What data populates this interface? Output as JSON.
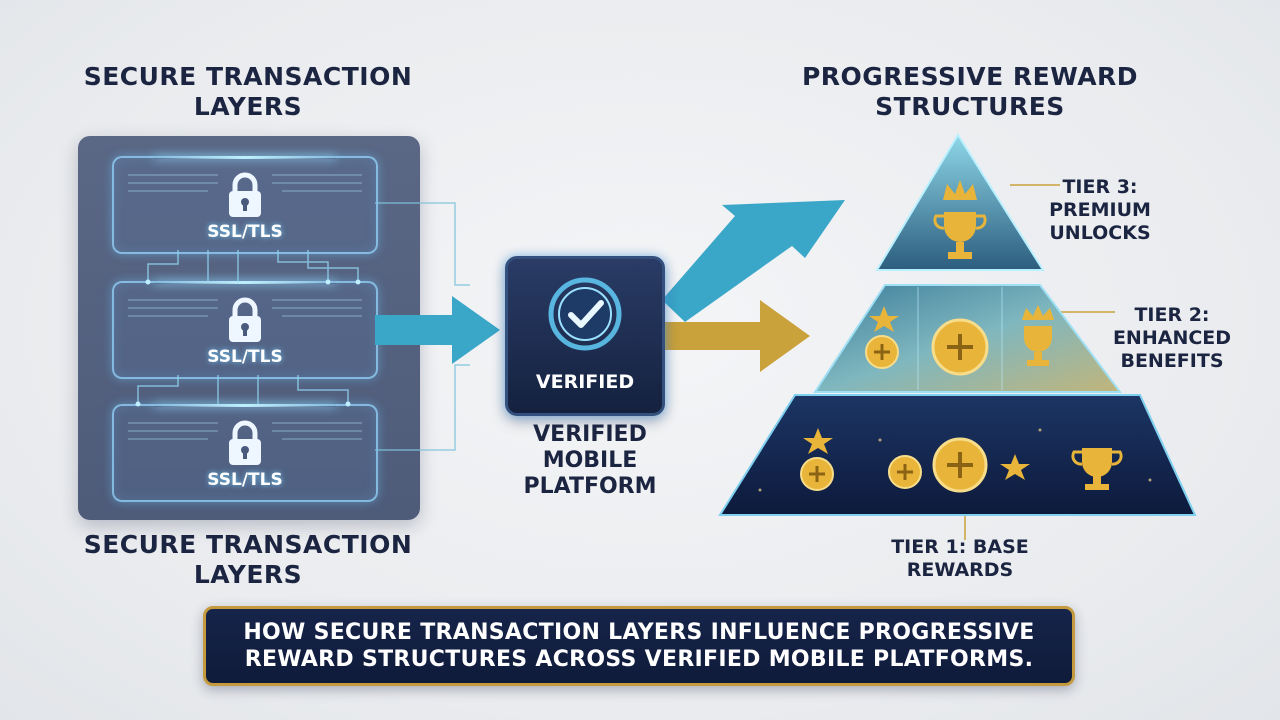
{
  "left": {
    "title_top": "SECURE TRANSACTION LAYERS",
    "title_bottom": "SECURE TRANSACTION LAYERS",
    "layers": [
      {
        "label": "SSL/TLS",
        "icon": "padlock-icon"
      },
      {
        "label": "SSL/TLS",
        "icon": "padlock-icon"
      },
      {
        "label": "SSL/TLS",
        "icon": "padlock-icon"
      }
    ]
  },
  "center": {
    "badge_label": "VERIFIED",
    "badge_icon": "checkmark-icon",
    "platform_label": "VERIFIED MOBILE PLATFORM"
  },
  "right": {
    "title": "PROGRESSIVE REWARD STRUCTURES",
    "tiers": [
      {
        "label": "TIER 3: PREMIUM UNLOCKS"
      },
      {
        "label": "TIER 2: ENHANCED BENEFITS"
      },
      {
        "label": "TIER 1: BASE REWARDS"
      }
    ]
  },
  "caption": "HOW SECURE TRANSACTION LAYERS INFLUENCE PROGRESSIVE REWARD STRUCTURES ACROSS VERIFIED MOBILE PLATFORMS.",
  "colors": {
    "navy": "#1b2541",
    "panel": "#56637f",
    "cyan_arrow": "#3aa7c9",
    "gold": "#c9a23c",
    "caption_bg": "#13204a"
  }
}
